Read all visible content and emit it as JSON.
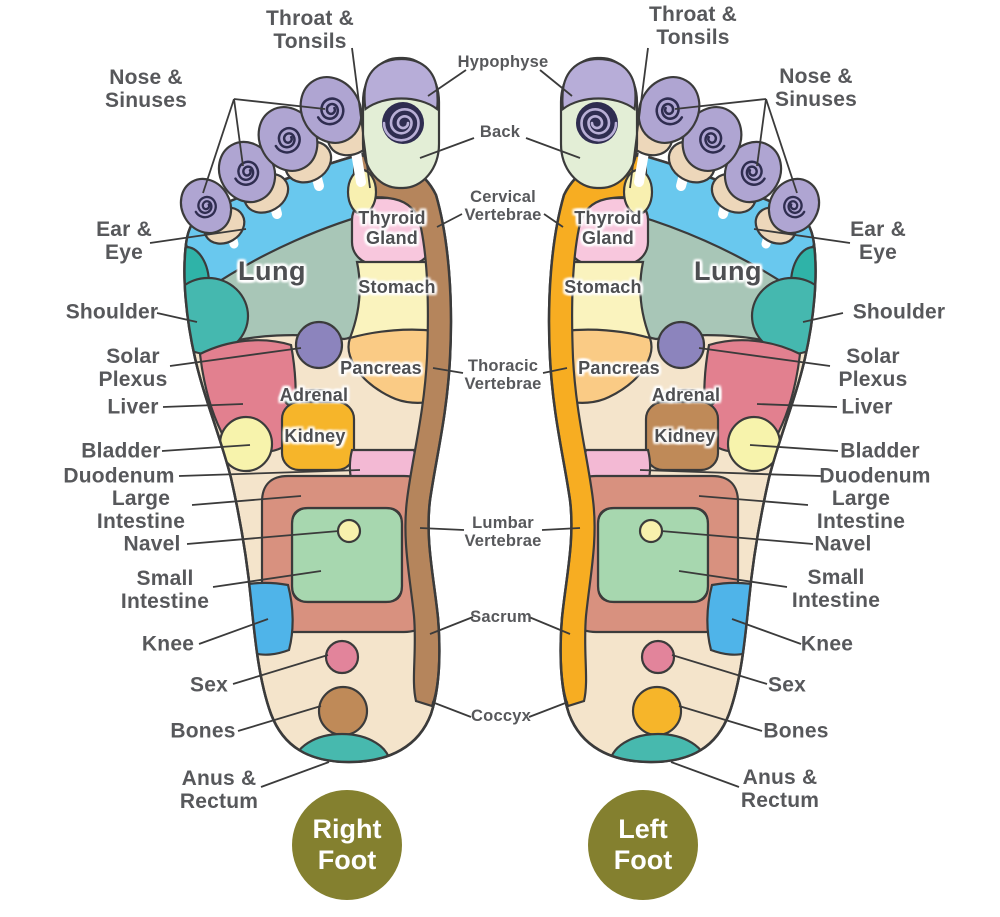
{
  "labels": {
    "left": [
      {
        "id": "nose-sinuses",
        "text": "Nose &\nSinuses"
      },
      {
        "id": "throat-tonsils",
        "text": "Throat &\nTonsils"
      },
      {
        "id": "ear-eye",
        "text": "Ear &\nEye"
      },
      {
        "id": "shoulder",
        "text": "Shoulder"
      },
      {
        "id": "solar-plexus",
        "text": "Solar\nPlexus"
      },
      {
        "id": "liver",
        "text": "Liver"
      },
      {
        "id": "bladder",
        "text": "Bladder"
      },
      {
        "id": "duodenum",
        "text": "Duodenum"
      },
      {
        "id": "large-intestine",
        "text": "Large\nIntestine"
      },
      {
        "id": "navel",
        "text": "Navel"
      },
      {
        "id": "small-intestine",
        "text": "Small\nIntestine"
      },
      {
        "id": "knee",
        "text": "Knee"
      },
      {
        "id": "sex",
        "text": "Sex"
      },
      {
        "id": "bones",
        "text": "Bones"
      },
      {
        "id": "anus-rectum",
        "text": "Anus &\nRectum"
      }
    ],
    "center": [
      {
        "id": "hypophyse",
        "text": "Hypophyse"
      },
      {
        "id": "back",
        "text": "Back"
      },
      {
        "id": "cervical-vertebrae",
        "text": "Cervical\nVertebrae"
      },
      {
        "id": "thoracic-vertebrae",
        "text": "Thoracic\nVertebrae"
      },
      {
        "id": "lumbar-vertebrae",
        "text": "Lumbar\nVertebrae"
      },
      {
        "id": "sacrum",
        "text": "Sacrum"
      },
      {
        "id": "coccyx",
        "text": "Coccyx"
      }
    ],
    "right": [
      {
        "id": "throat-tonsils",
        "text": "Throat &\nTonsils"
      },
      {
        "id": "nose-sinuses",
        "text": "Nose &\nSinuses"
      },
      {
        "id": "ear-eye",
        "text": "Ear &\nEye"
      },
      {
        "id": "shoulder",
        "text": "Shoulder"
      },
      {
        "id": "solar-plexus",
        "text": "Solar\nPlexus"
      },
      {
        "id": "liver",
        "text": "Liver"
      },
      {
        "id": "bladder",
        "text": "Bladder"
      },
      {
        "id": "duodenum",
        "text": "Duodenum"
      },
      {
        "id": "large-intestine",
        "text": "Large\nIntestine"
      },
      {
        "id": "navel",
        "text": "Navel"
      },
      {
        "id": "small-intestine",
        "text": "Small\nIntestine"
      },
      {
        "id": "knee",
        "text": "Knee"
      },
      {
        "id": "sex",
        "text": "Sex"
      },
      {
        "id": "bones",
        "text": "Bones"
      },
      {
        "id": "anus-rectum",
        "text": "Anus &\nRectum"
      }
    ]
  },
  "regions": {
    "lung": "Lung",
    "thyroid_gland": "Thyroid\nGland",
    "stomach": "Stomach",
    "pancreas": "Pancreas",
    "adrenal": "Adrenal",
    "kidney": "Kidney"
  },
  "badges": {
    "right_foot": "Right\nFoot",
    "left_foot": "Left\nFoot"
  },
  "colors": {
    "foot_base": "#F4E4CB",
    "toe_purple": "#AFA5D2",
    "spiral_dark": "#2F2D50",
    "big_toe_pad": "#E3EED6",
    "ear_eye_band": "#69C8EE",
    "lung": "#A8C6B7",
    "shoulder": "#45B8AF",
    "liver": "#E2808F",
    "solar_plexus": "#8C84BD",
    "thyroid": "#F8C7DD",
    "stomach": "#FAF3BE",
    "pancreas": "#FACB85",
    "adrenal": "#7FD0C6",
    "kidney_right_foot": "#F6B52A",
    "kidney_left_foot": "#BF8A58",
    "bladder": "#F7F3AC",
    "duodenum": "#F3B9D4",
    "large_intestine": "#D8917F",
    "small_intestine": "#A7D7AF",
    "navel": "#F8F1AD",
    "knee": "#4FB4E9",
    "sex": "#E2849B",
    "bones_right_foot": "#BF8A58",
    "bones_left_foot": "#F6B52A",
    "anus_rectum": "#47B9AE",
    "spine_right_foot": "#B5855C",
    "spine_left_foot": "#F7AD22",
    "badge_background": "#84802F",
    "label_text": "#57585B",
    "outline": "#3B3B3B"
  }
}
